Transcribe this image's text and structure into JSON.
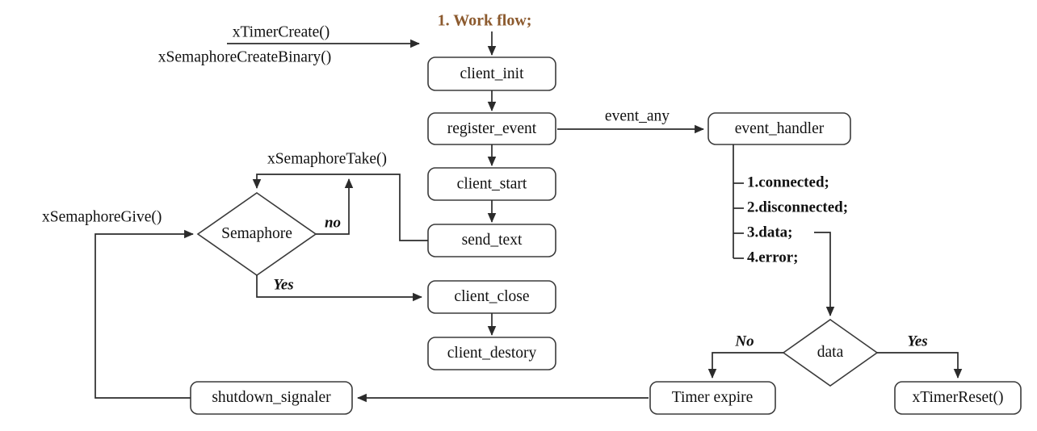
{
  "diagram": {
    "title": "1. Work flow;",
    "title_color": "#8c5a2e",
    "line_color": "#2b2b2b",
    "box_fill": "#ffffff",
    "background": "#ffffff"
  },
  "nodes": {
    "client_init": "client_init",
    "register_event": "register_event",
    "client_start": "client_start",
    "send_text": "send_text",
    "client_close": "client_close",
    "client_destory": "client_destory",
    "event_handler": "event_handler",
    "semaphore": "Semaphore",
    "data": "data",
    "timer_expire": "Timer expire",
    "xtimerreset": "xTimerReset()",
    "shutdown_signaler": "shutdown_signaler"
  },
  "edge_labels": {
    "timer_create": "xTimerCreate()",
    "semaphore_create_binary": "xSemaphoreCreateBinary()",
    "event_any": "event_any",
    "semaphore_take": "xSemaphoreTake()",
    "semaphore_give": "xSemaphoreGive()",
    "semaphore_no": "no",
    "semaphore_yes": "Yes",
    "data_no": "No",
    "data_yes": "Yes"
  },
  "event_handler_list": [
    "1.connected;",
    "2.disconnected;",
    "3.data;",
    "4.error;"
  ]
}
